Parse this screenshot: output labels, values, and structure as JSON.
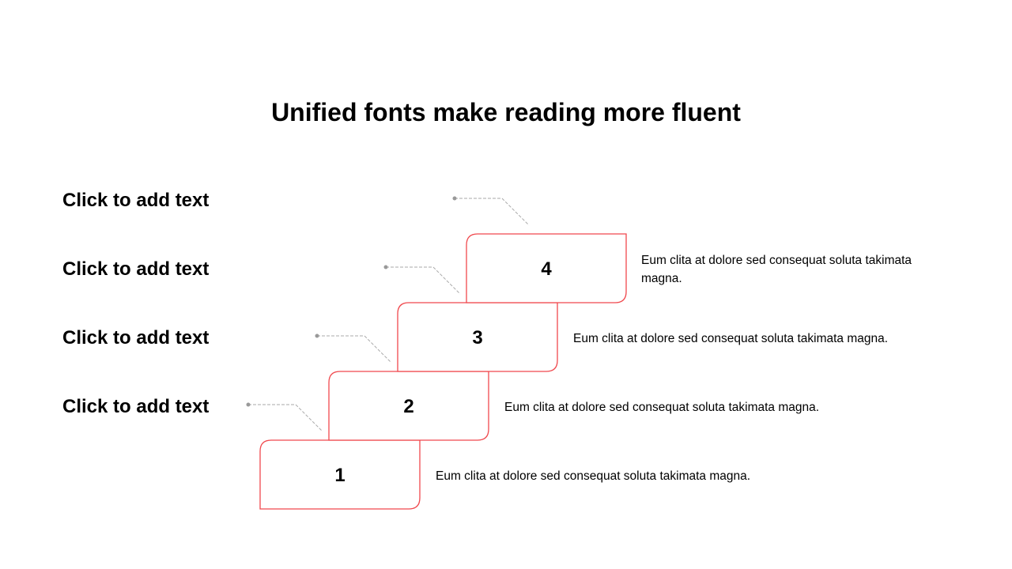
{
  "title": "Unified fonts make reading more fluent",
  "labels": [
    "Click to add text",
    "Click to add text",
    "Click to add text",
    "Click to add text"
  ],
  "steps": [
    {
      "number": "1",
      "description": "Eum clita at dolore sed consequat soluta takimata magna."
    },
    {
      "number": "2",
      "description": "Eum clita at dolore sed consequat soluta takimata magna."
    },
    {
      "number": "3",
      "description": "Eum clita at dolore sed consequat soluta takimata magna."
    },
    {
      "number": "4",
      "description": "Eum clita at dolore sed consequat soluta takimata magna."
    }
  ],
  "colors": {
    "box_stroke": "#f0484d",
    "connector": "#aaaaaa",
    "dot": "#999999"
  }
}
